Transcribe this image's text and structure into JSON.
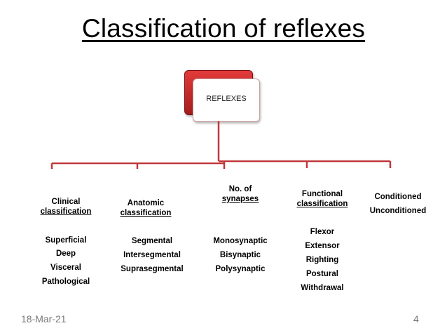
{
  "title": "Classification of reflexes",
  "root": {
    "label": "REFLEXES"
  },
  "columns": [
    {
      "header_lines": [
        {
          "text": "Clinical",
          "underline": false
        },
        {
          "text": "classification",
          "underline": true
        }
      ],
      "items": [
        "Superficial",
        "Deep",
        "Visceral",
        "Pathological"
      ]
    },
    {
      "header_lines": [
        {
          "text": "Anatomic",
          "underline": false
        },
        {
          "text": "classification",
          "underline": true
        }
      ],
      "items": [
        "Segmental",
        "Intersegmental",
        "Suprasegmental"
      ]
    },
    {
      "header_lines": [
        {
          "text": "No. of",
          "underline": false
        },
        {
          "text": "synapses",
          "underline": true
        }
      ],
      "items": [
        "Monosynaptic",
        "Bisynaptic",
        "Polysynaptic"
      ]
    },
    {
      "header_lines": [
        {
          "text": "Functional",
          "underline": false
        },
        {
          "text": "classification",
          "underline": true
        }
      ],
      "items": [
        "Flexor",
        "Extensor",
        "Righting",
        "Postural",
        "Withdrawal"
      ]
    },
    {
      "header_lines": [
        {
          "text": "Conditioned",
          "underline": false
        },
        {
          "text": "Unconditioned",
          "underline": false
        }
      ],
      "items": []
    }
  ],
  "footer": {
    "date": "18-Mar-21",
    "page": "4"
  },
  "colors": {
    "connector": "#c0393b",
    "box_red": "#c62828"
  }
}
